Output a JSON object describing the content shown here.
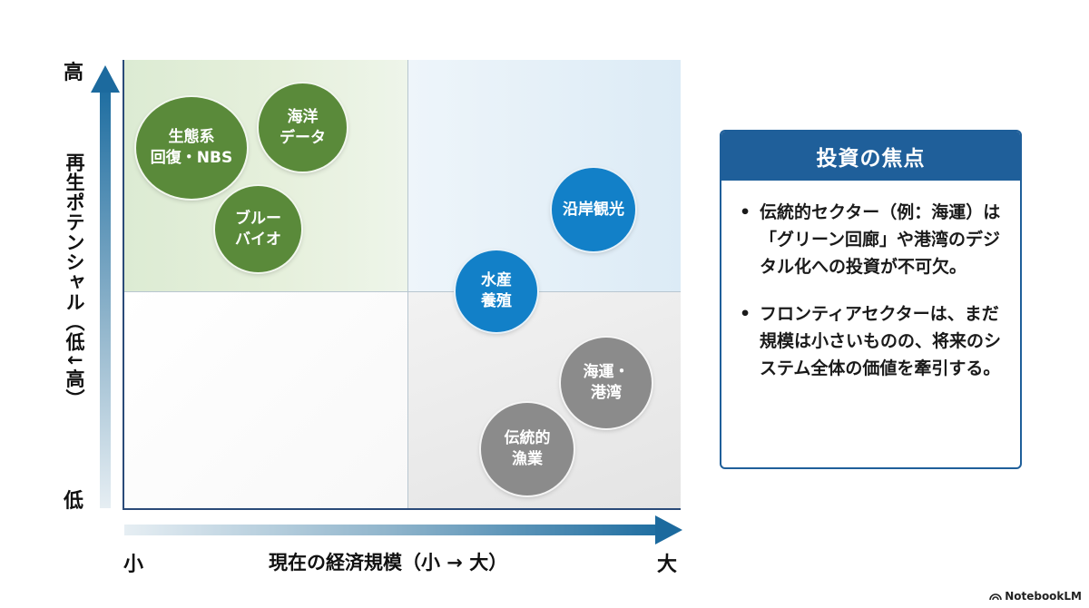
{
  "y_axis": {
    "high_label": "高",
    "low_label": "低",
    "title": "再生ポテンシャル（低↓高）"
  },
  "x_axis": {
    "small_label": "小",
    "large_label": "大",
    "title": "現在の経済規模（小 → 大）"
  },
  "bubbles": {
    "eco": {
      "lines": [
        "生態系",
        "回復・NBS"
      ],
      "color": "#5a8a3a"
    },
    "data": {
      "lines": [
        "海洋",
        "データ"
      ],
      "color": "#5a8a3a"
    },
    "bluebio": {
      "lines": [
        "ブルー",
        "バイオ"
      ],
      "color": "#5a8a3a"
    },
    "tourism": {
      "lines": [
        "沿岸観光"
      ],
      "color": "#1280c8"
    },
    "aquaculture": {
      "lines": [
        "水産",
        "養殖"
      ],
      "color": "#1280c8"
    },
    "shipping": {
      "lines": [
        "海運・",
        "港湾"
      ],
      "color": "#8b8b8b"
    },
    "fishery": {
      "lines": [
        "伝統的",
        "漁業"
      ],
      "color": "#8b8b8b"
    }
  },
  "panel": {
    "title": "投資の焦点",
    "bullet": "•",
    "items": [
      "伝統的セクター（例：海運）は「グリーン回廊」や港湾のデジタル化への投資が不可欠。",
      "フロンティアセクターは、まだ規模は小さいものの、将来のシステム全体の価値を牽引する。"
    ],
    "accent_color": "#1f5f9a"
  },
  "branding": {
    "name": "NotebookLM"
  }
}
